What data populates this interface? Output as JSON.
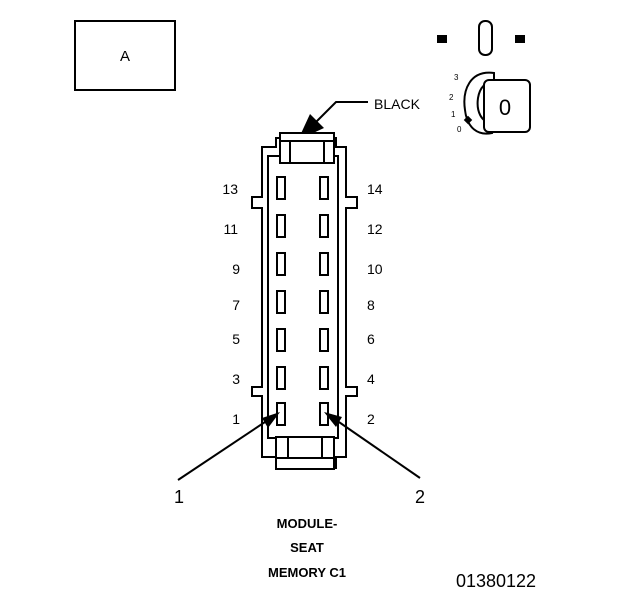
{
  "view_label": "A",
  "wire_color_label": "BLACK",
  "pin_numbers": {
    "left": [
      "13",
      "11",
      "9",
      "7",
      "5",
      "3",
      "1"
    ],
    "right": [
      "14",
      "12",
      "10",
      "8",
      "6",
      "4",
      "2"
    ]
  },
  "callouts": [
    "1",
    "2"
  ],
  "connector_title": [
    "MODULE-",
    "SEAT",
    "MEMORY C1"
  ],
  "key_icon": {
    "positions": [
      "3",
      "2",
      "1",
      "0"
    ],
    "key_letter": "0"
  },
  "figure_number": "01380122"
}
